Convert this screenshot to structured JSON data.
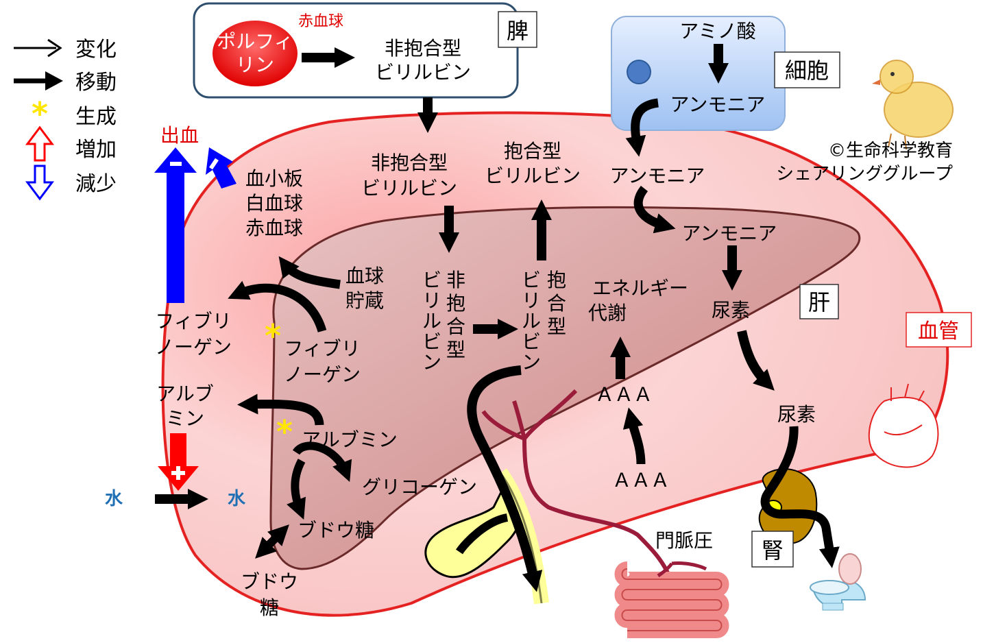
{
  "legend": {
    "change": "変化",
    "move": "移動",
    "produce": "生成",
    "increase": "増加",
    "decrease": "減少"
  },
  "spleen": {
    "rbc": "赤血球",
    "porphyrin": [
      "ポルフィ",
      "リン"
    ],
    "unconj": [
      "非抱合型",
      "ビリルビン"
    ],
    "label": "脾"
  },
  "cell": {
    "amino": "アミノ酸",
    "ammonia": "アンモニア",
    "label": "細胞"
  },
  "copyright": [
    "©生命科学教育",
    "シェアリンググループ"
  ],
  "vessel": {
    "label": "血管",
    "bleeding": "出血",
    "cells": [
      "血小板",
      "白血球",
      "赤血球"
    ],
    "fibrinogen": [
      "フィブリ",
      "ノーゲン"
    ],
    "albumin": [
      "アルブ",
      "ミン"
    ],
    "unconj": [
      "非抱合型",
      "ビリルビン"
    ],
    "conj": [
      "抱合型",
      "ビリルビン"
    ],
    "ammonia": "アンモニア",
    "water_in": "水",
    "water_out": "水",
    "glucose": [
      "ブドウ",
      "糖"
    ],
    "urea": "尿素",
    "kidney": "腎"
  },
  "liver": {
    "label": "肝",
    "blood_storage": [
      "血球",
      "貯蔵"
    ],
    "fibrinogen": [
      "フィブリ",
      "ノーゲン"
    ],
    "albumin": "アルブミン",
    "glycogen": "グリコーゲン",
    "glucose": "ブドウ糖",
    "unconj_v": [
      "非",
      "抱",
      "合",
      "型"
    ],
    "conj_v": [
      "抱",
      "合",
      "型"
    ],
    "bilirubin_v": [
      "ビ",
      "リ",
      "ル",
      "ビ",
      "ン"
    ],
    "ammonia": "アンモニア",
    "urea": "尿素",
    "energy": [
      "エネルギー",
      "代謝"
    ],
    "aaa_top": "ＡＡＡ",
    "aaa_bottom": "ＡＡＡ",
    "portal_pressure": "門脈圧"
  },
  "colors": {
    "vessel_fill": "#f9c9c9",
    "vessel_stroke": "#e52222",
    "liver_fill": "#d69a9a",
    "liver_stroke": "#6b2a2a",
    "increase": "#ff0000",
    "decrease": "#0000ff",
    "star": "#ffff00",
    "water": "#1f6fb5",
    "portal_vein": "#9b1b3b",
    "gallbladder": "#ffff99",
    "kidney": "#c08a00"
  }
}
